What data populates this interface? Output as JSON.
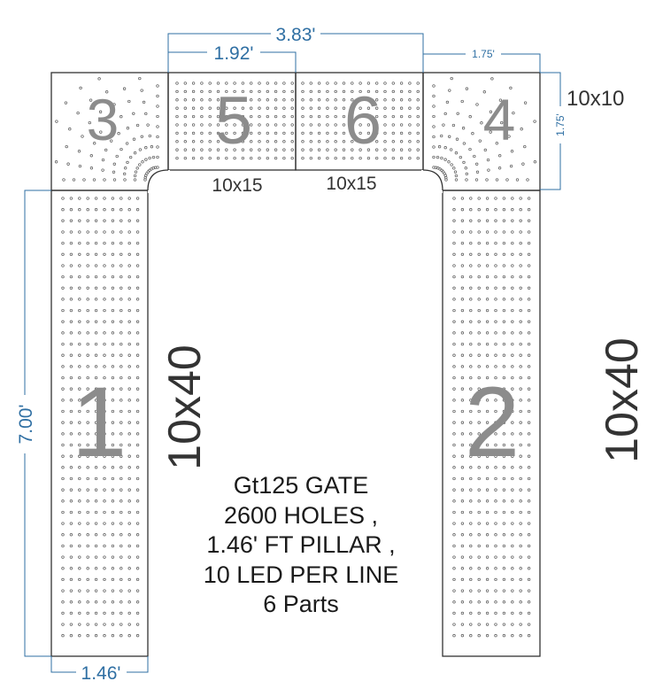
{
  "title": "Gt125 GATE",
  "info_lines": [
    "Gt125 GATE",
    "2600 HOLES ,",
    "1.46' FT PILLAR ,",
    "10 LED PER LINE",
    "6 Parts"
  ],
  "colors": {
    "dimension": "#2f6fa3",
    "outline": "#333333",
    "part_number": "#8c8c8c",
    "hole": "#555555",
    "text": "#1a1a1a"
  },
  "dimensions": {
    "top_total": "3.83'",
    "top_half": "1.92'",
    "corner_width": "1.75'",
    "corner_height": "1.75'",
    "pillar_height": "7.00'",
    "pillar_width": "1.46'"
  },
  "parts": [
    {
      "number": "1",
      "kind": "left-pillar",
      "grid": "10x40",
      "cols": 10,
      "rows": 40
    },
    {
      "number": "2",
      "kind": "right-pillar",
      "grid": "10x40",
      "cols": 10,
      "rows": 40
    },
    {
      "number": "3",
      "kind": "top-left-corner",
      "grid": "10x10",
      "cols": 10,
      "rows": 10
    },
    {
      "number": "4",
      "kind": "top-right-corner",
      "grid": "10x10",
      "cols": 10,
      "rows": 10
    },
    {
      "number": "5",
      "kind": "top-left-panel",
      "grid": "10x15",
      "cols": 15,
      "rows": 10
    },
    {
      "number": "6",
      "kind": "top-right-panel",
      "grid": "10x15",
      "cols": 15,
      "rows": 10
    }
  ],
  "labels": {
    "panel5_grid": "10x15",
    "panel6_grid": "10x15",
    "corner_grid": "10x10",
    "pillar1_grid": "10x40",
    "pillar2_grid": "10x40"
  }
}
